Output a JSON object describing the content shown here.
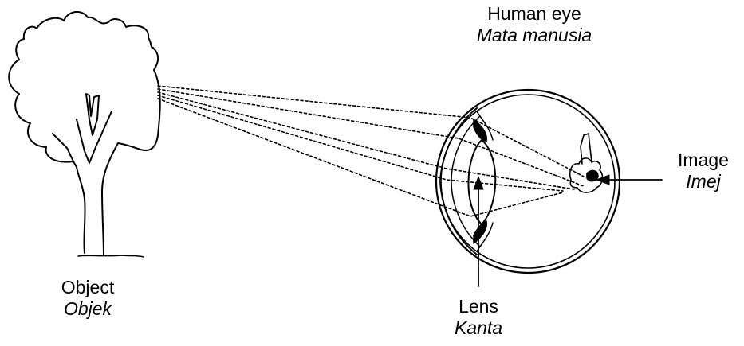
{
  "labels": {
    "eye": {
      "en": "Human eye",
      "ms": "Mata manusia"
    },
    "object": {
      "en": "Object",
      "ms": "Objek"
    },
    "lens": {
      "en": "Lens",
      "ms": "Kanta"
    },
    "image": {
      "en": "Image",
      "ms": "Imej"
    }
  },
  "colors": {
    "ink": "#000000",
    "background": "#ffffff"
  }
}
